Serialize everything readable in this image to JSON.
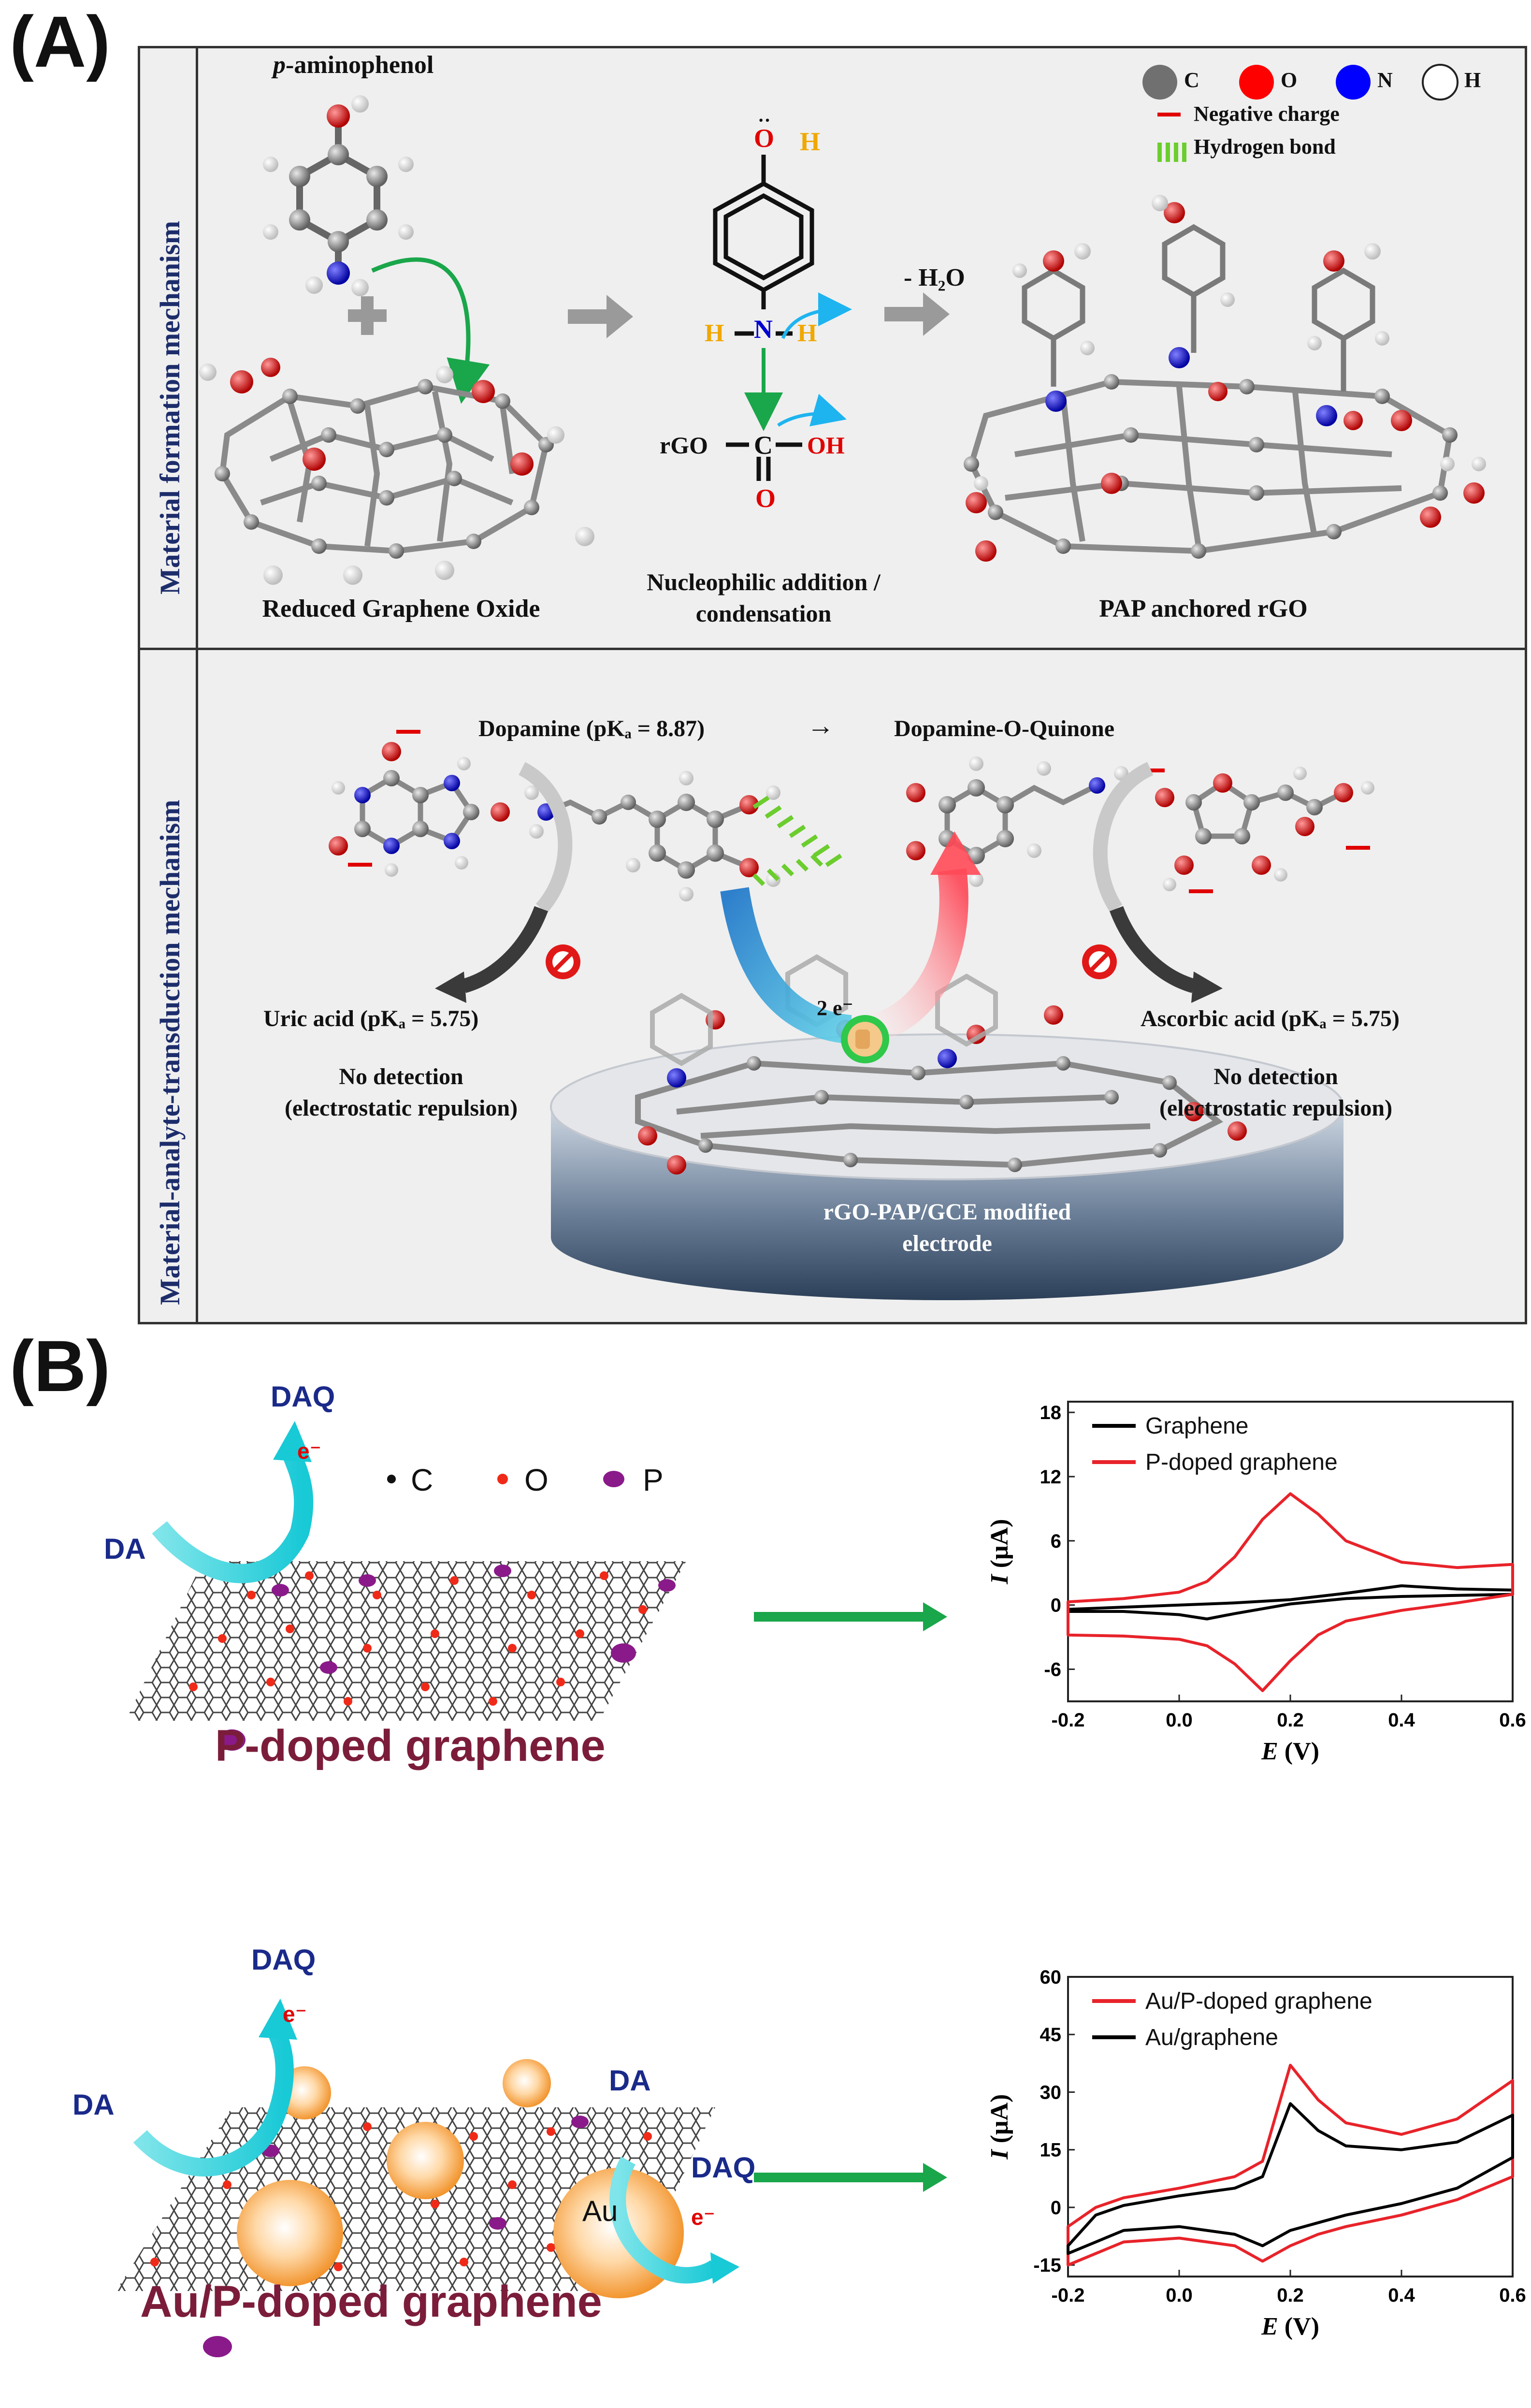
{
  "panelA": {
    "label": "(A)",
    "section1_title": "Material formation mechanism",
    "section2_title": "Material-analyte-transduction mechanism",
    "paminophenol_italic": "p",
    "paminophenol_rest": "-aminophenol",
    "rgo_label": "Reduced Graphene Oxide",
    "nucleophilic_label_1": "Nucleophilic addition /",
    "nucleophilic_label_2": "condensation",
    "water_label": "- H₂O",
    "pap_rgo_label": "PAP anchored rGO",
    "scheme": {
      "oh_o": "O",
      "oh_h": "H",
      "n": "N",
      "h_left": "H",
      "h_right": "H",
      "c": "C",
      "rgo": "rGO",
      "oh": "OH",
      "o": "O"
    },
    "legend": {
      "c": "C",
      "o": "O",
      "n": "N",
      "h": "H",
      "neg": "Negative charge",
      "hbond": "Hydrogen bond",
      "colors": {
        "c": "#707070",
        "o": "#ff0000",
        "n": "#0000ff",
        "h": "#ffffff"
      }
    },
    "dopamine_label": "Dopamine (pKₐ = 8.87)",
    "arrow_glyph": "→",
    "quinone_label": "Dopamine-O-Quinone",
    "uric_label": "Uric acid (pKₐ = 5.75)",
    "ascorbic_label": "Ascorbic acid (pKₐ = 5.75)",
    "no_detection": "No detection",
    "electrostatic": "(electrostatic repulsion)",
    "electrons": "2 e⁻",
    "electrode_line1": "rGO-PAP/GCE modified",
    "electrode_line2": "electrode"
  },
  "panelB": {
    "label": "(B)",
    "top": {
      "daq": "DAQ",
      "da": "DA",
      "e": "e⁻",
      "legend_c": "C",
      "legend_o": "O",
      "legend_p": "P",
      "sheet_label": "P-doped graphene"
    },
    "bottom": {
      "daq1": "DAQ",
      "da1": "DA",
      "e1": "e⁻",
      "da2": "DA",
      "daq2": "DAQ",
      "e2": "e⁻",
      "au": "Au",
      "sheet_label": "Au/P-doped graphene"
    }
  },
  "chart_data": [
    {
      "type": "line",
      "xlabel_italic": "E",
      "xlabel_rest": " (V)",
      "ylabel_italic": "I",
      "ylabel_rest": " (μA)",
      "xlim": [
        -0.2,
        0.6
      ],
      "ylim": [
        -9,
        19
      ],
      "xticks": [
        "-0.2",
        "0.0",
        "0.2",
        "0.4",
        "0.6"
      ],
      "yticks": [
        "18",
        "12",
        "6",
        "0",
        "-6"
      ],
      "series": [
        {
          "name": "Graphene",
          "color": "#000000",
          "x": [
            -0.2,
            -0.1,
            0.0,
            0.1,
            0.2,
            0.3,
            0.4,
            0.5,
            0.6,
            0.6,
            0.5,
            0.4,
            0.3,
            0.2,
            0.1,
            0.05,
            0.0,
            -0.1,
            -0.2
          ],
          "y": [
            -0.4,
            -0.2,
            0.0,
            0.2,
            0.5,
            1.1,
            1.8,
            1.5,
            1.4,
            1.0,
            0.9,
            0.8,
            0.6,
            0.1,
            -0.8,
            -1.3,
            -0.9,
            -0.6,
            -0.6
          ]
        },
        {
          "name": "P-doped graphene",
          "color": "#e8232a",
          "x": [
            -0.2,
            -0.1,
            0.0,
            0.05,
            0.1,
            0.15,
            0.2,
            0.25,
            0.3,
            0.4,
            0.5,
            0.6,
            0.6,
            0.5,
            0.4,
            0.3,
            0.25,
            0.2,
            0.15,
            0.1,
            0.05,
            0.0,
            -0.1,
            -0.2
          ],
          "y": [
            0.3,
            0.6,
            1.2,
            2.2,
            4.5,
            8.0,
            10.4,
            8.5,
            6.0,
            4.0,
            3.5,
            3.8,
            1.0,
            0.2,
            -0.5,
            -1.5,
            -2.8,
            -5.2,
            -8.0,
            -5.5,
            -3.8,
            -3.2,
            -2.9,
            -2.8
          ]
        }
      ]
    },
    {
      "type": "line",
      "xlabel_italic": "E",
      "xlabel_rest": " (V)",
      "ylabel_italic": "I",
      "ylabel_rest": " (μA)",
      "xlim": [
        -0.2,
        0.6
      ],
      "ylim": [
        -18,
        60
      ],
      "xticks": [
        "-0.2",
        "0.0",
        "0.2",
        "0.4",
        "0.6"
      ],
      "yticks": [
        "60",
        "45",
        "30",
        "15",
        "0",
        "-15"
      ],
      "series": [
        {
          "name": "Au/P-doped graphene",
          "color": "#e8232a",
          "x": [
            -0.2,
            -0.15,
            -0.1,
            0.0,
            0.1,
            0.15,
            0.2,
            0.25,
            0.3,
            0.4,
            0.5,
            0.6,
            0.6,
            0.5,
            0.4,
            0.3,
            0.25,
            0.2,
            0.15,
            0.1,
            0.0,
            -0.1,
            -0.15,
            -0.2
          ],
          "y": [
            -5,
            0,
            2.5,
            5,
            8,
            12,
            37,
            28,
            22,
            19,
            23,
            33,
            8,
            2,
            -2,
            -5,
            -7,
            -10,
            -14,
            -10,
            -8,
            -9,
            -12,
            -15
          ]
        },
        {
          "name": "Au/graphene",
          "color": "#000000",
          "x": [
            -0.2,
            -0.15,
            -0.1,
            0.0,
            0.1,
            0.15,
            0.2,
            0.25,
            0.3,
            0.4,
            0.5,
            0.6,
            0.6,
            0.5,
            0.4,
            0.3,
            0.25,
            0.2,
            0.15,
            0.1,
            0.0,
            -0.1,
            -0.15,
            -0.2
          ],
          "y": [
            -10,
            -2,
            0.5,
            3,
            5,
            8,
            27,
            20,
            16,
            15,
            17,
            24,
            13,
            5,
            1,
            -2,
            -4,
            -6,
            -10,
            -7,
            -5,
            -6,
            -9,
            -12
          ]
        }
      ]
    }
  ]
}
